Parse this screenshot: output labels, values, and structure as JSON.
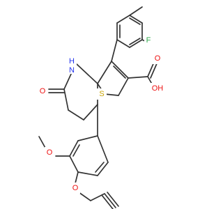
{
  "structure": {
    "atoms": [
      {
        "id": "F",
        "label": "F",
        "color": "#2ea84a"
      },
      {
        "id": "NH",
        "label": "N",
        "color": "#2233ee"
      },
      {
        "id": "NH_H",
        "label": "H",
        "color": "#2233ee"
      },
      {
        "id": "O_ket",
        "label": "O",
        "color": "#ee1111"
      },
      {
        "id": "S",
        "label": "S",
        "color": "#c8a200"
      },
      {
        "id": "O_acid",
        "label": "O",
        "color": "#ee1111"
      },
      {
        "id": "OH",
        "label": "OH",
        "color": "#ee1111"
      },
      {
        "id": "O_me",
        "label": "O",
        "color": "#ee1111"
      },
      {
        "id": "O_eth",
        "label": "O",
        "color": "#ee1111"
      }
    ],
    "colors": {
      "bond": "#333333",
      "background": "#ffffff"
    }
  }
}
